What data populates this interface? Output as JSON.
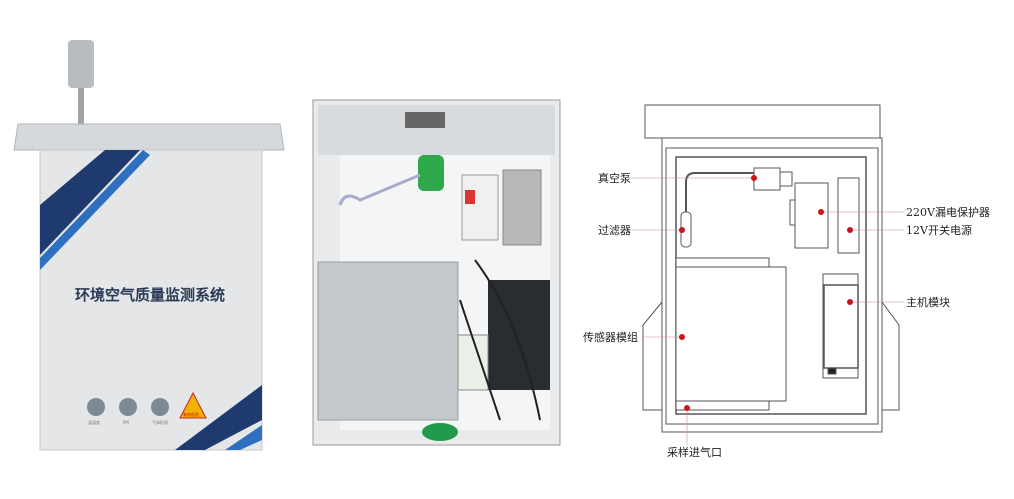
{
  "cabinet_photo": {
    "title": "环境空气质量监测系统",
    "warning_label": "有电危险",
    "icon_captions": [
      "温湿度",
      "PM",
      "气体检测"
    ]
  },
  "diagram": {
    "labels": {
      "vacuum_pump": "真空泵",
      "filter": "过滤器",
      "sensor_module": "传感器模组",
      "sampling_inlet": "采样进气口",
      "leakage_protector": "220V漏电保护器",
      "switching_psu": "12V开关电源",
      "host_module": "主机模块"
    }
  },
  "colors": {
    "marker": "#d0121b",
    "stripe_dark": "#1f3a6e",
    "stripe_blue": "#2f6fc0",
    "cabinet": "#e4e6e8"
  }
}
